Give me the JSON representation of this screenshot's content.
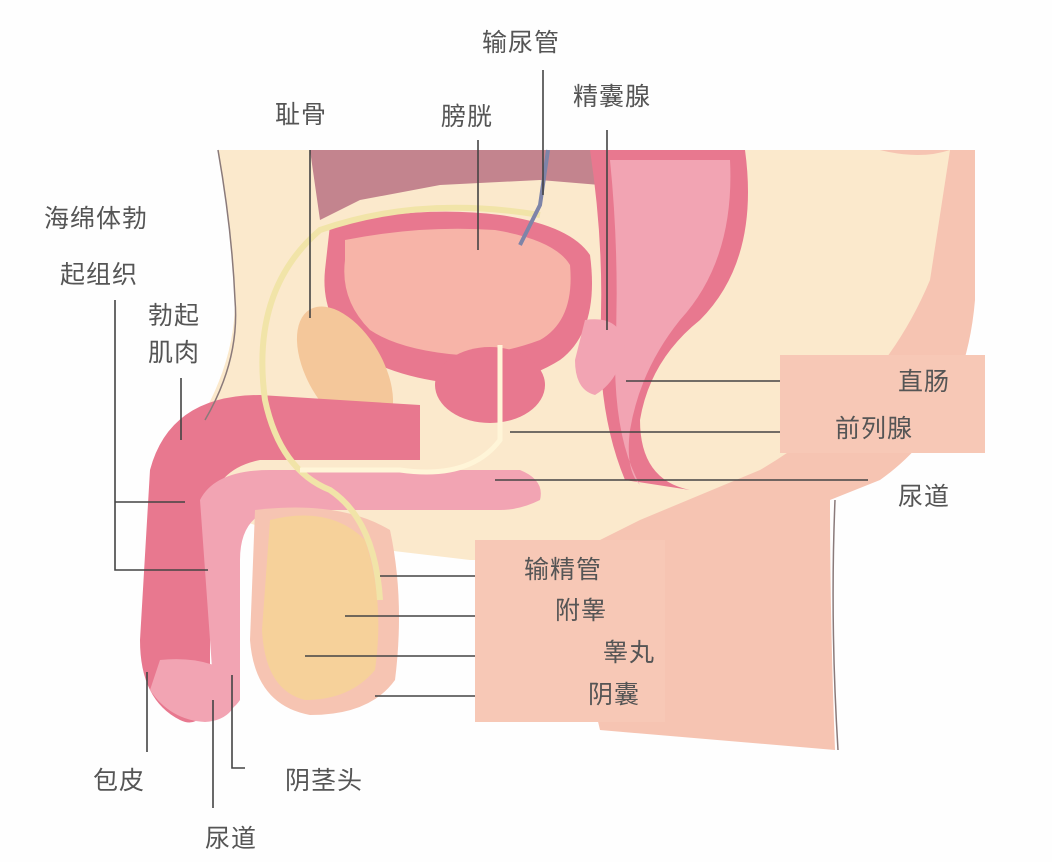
{
  "diagram": {
    "title": "Male reproductive anatomy (sagittal section)",
    "colors": {
      "background": "#fefefe",
      "skin": "#fbe9cc",
      "body_wall": "#f6c4b2",
      "muscle": "#e8788f",
      "tissue_pink": "#f2a4b3",
      "bladder_inner": "#f7b4a8",
      "bone": "#f4c79a",
      "testis": "#f6d19a",
      "abdomen_dark": "#b87283",
      "label_text": "#555555",
      "leader_line": "#444444",
      "label_box": "#f7c8b6"
    },
    "labels": {
      "ureter": "输尿管",
      "seminal_vesicle": "精囊腺",
      "pubic_bone": "耻骨",
      "bladder": "膀胱",
      "corpus_cavernosum_1": "海绵体勃",
      "corpus_cavernosum_2": "起组织",
      "erectile_muscle_1": "勃起",
      "erectile_muscle_2": "肌肉",
      "rectum": "直肠",
      "prostate": "前列腺",
      "urethra_right": "尿道",
      "vas_deferens": "输精管",
      "epididymis": "附睾",
      "testis": "睾丸",
      "scrotum": "阴囊",
      "foreskin": "包皮",
      "glans": "阴茎头",
      "urethra_bottom": "尿道"
    }
  }
}
